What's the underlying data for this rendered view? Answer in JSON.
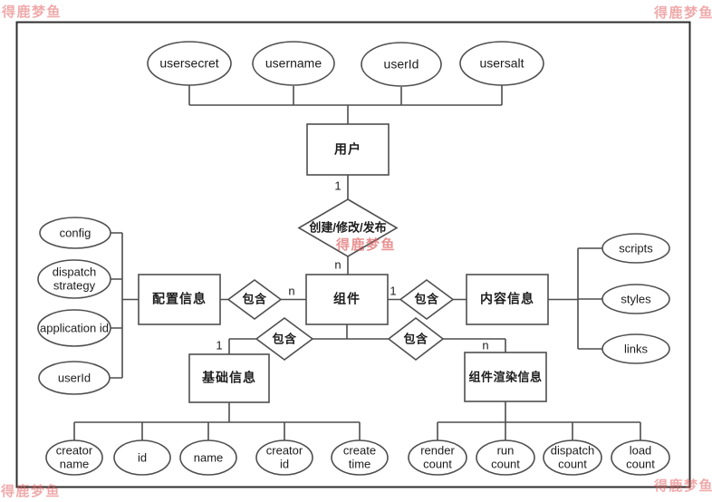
{
  "watermark": {
    "text": "得鹿梦鱼",
    "color": "#e05c5c"
  },
  "entities": {
    "user": "用户",
    "config_info": "配置信息",
    "component": "组件",
    "content_info": "内容信息",
    "basic_info": "基础信息",
    "render_info": "组件渲染信息"
  },
  "relationships": {
    "create_modify_publish": "创建/修改/发布",
    "contains": "包含"
  },
  "cardinalities": {
    "user_to_rel": "1",
    "rel_to_component": "n",
    "config_side": "n",
    "content_side": "1",
    "basic_side": "1",
    "render_side": "n"
  },
  "attributes": {
    "usersecret": "usersecret",
    "username": "username",
    "user_id_top": "userId",
    "usersalt": "usersalt",
    "config": "config",
    "dispatch_strategy": "dispatch strategy",
    "application_id": "application id",
    "user_id_left": "userId",
    "scripts": "scripts",
    "styles": "styles",
    "links": "links",
    "creator_name": "creator name",
    "id": "id",
    "name": "name",
    "creator_id": "creator id",
    "create_time": "create time",
    "render_count": "render count",
    "run_count": "run count",
    "dispatch_count": "dispatch count",
    "load_count": "load count"
  },
  "colors": {
    "line": "#4d4d4d",
    "border": "#2e2e2e",
    "text": "#1c1c1c"
  }
}
